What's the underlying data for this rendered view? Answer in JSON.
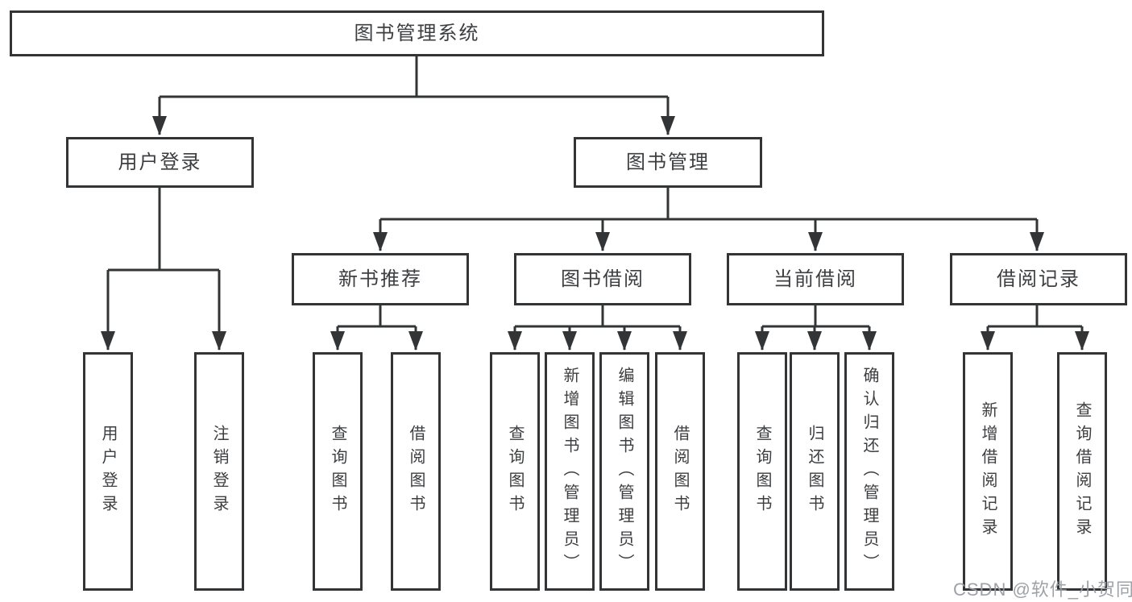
{
  "diagram": {
    "title": "图书管理系统",
    "level2": [
      {
        "label": "用户登录"
      },
      {
        "label": "图书管理"
      }
    ],
    "level3": [
      {
        "label": "新书推荐"
      },
      {
        "label": "图书借阅"
      },
      {
        "label": "当前借阅"
      },
      {
        "label": "借阅记录"
      }
    ],
    "leaves": {
      "user_login": [
        "用户登录",
        "注销登录"
      ],
      "new_book": [
        "查询图书",
        "借阅图书"
      ],
      "book_borrow": [
        "查询图书",
        "新增图书（管理员）",
        "编辑图书（管理员）",
        "借阅图书"
      ],
      "current_borrow": [
        "查询图书",
        "归还图书",
        "确认归还（管理员）"
      ],
      "borrow_record": [
        "新增借阅记录",
        "查询借阅记录"
      ]
    }
  },
  "watermark": "CSDN @软件_小贺同学",
  "colors": {
    "line": "#333436",
    "text": "#3d3e40",
    "watermark": "#989da3",
    "background": "#ffffff"
  }
}
